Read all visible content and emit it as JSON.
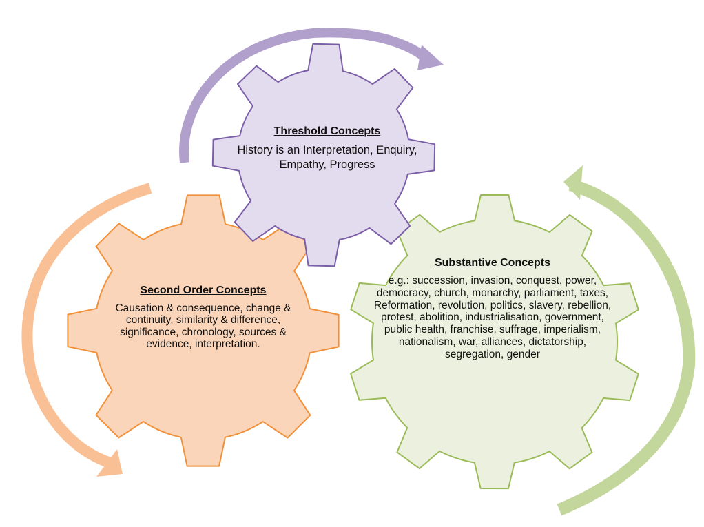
{
  "colors": {
    "purple_fill": "#e3dcee",
    "purple_stroke": "#7b5ea8",
    "purple_arrow": "#b1a0cc",
    "orange_fill": "#fbd5b9",
    "orange_stroke": "#f0913a",
    "orange_arrow": "#fac095",
    "green_fill": "#ebf1de",
    "green_stroke": "#9bbb59",
    "green_arrow": "#c3d69b"
  },
  "gears": {
    "threshold": {
      "title": "Threshold Concepts",
      "body": "History is an Interpretation, Enquiry,  Empathy, Progress"
    },
    "second_order": {
      "title": "Second Order Concepts",
      "body": "Causation & consequence, change & continuity, similarity & difference, significance, chronology, sources & evidence, interpretation."
    },
    "substantive": {
      "title": "Substantive Concepts",
      "body": "e.g.: succession, invasion, conquest, power, democracy, church, monarchy, parliament, taxes, Reformation, revolution, politics, slavery, rebellion, protest, abolition, industrialisation, government, public health, franchise, suffrage, imperialism,  nationalism, war, alliances, dictatorship, segregation, gender"
    }
  },
  "arrows": [
    "purple-cycle-arrow",
    "orange-cycle-arrow",
    "green-cycle-arrow"
  ]
}
